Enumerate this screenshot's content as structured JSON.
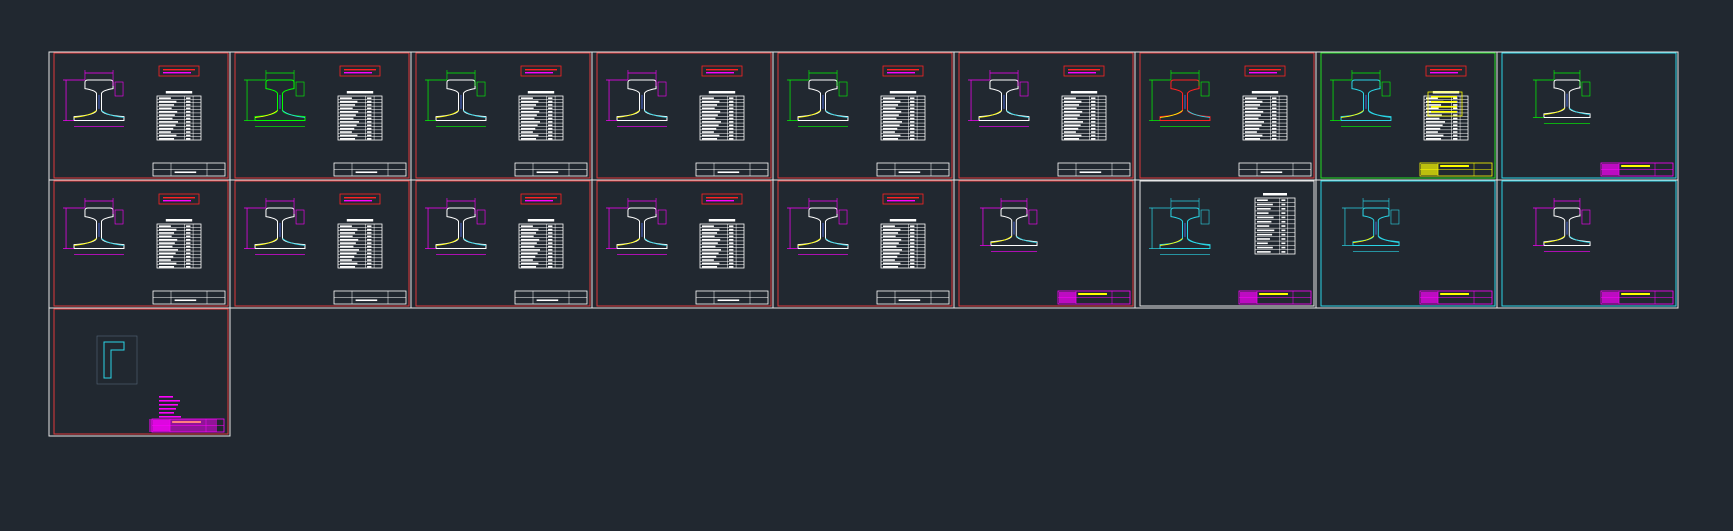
{
  "viewport": {
    "background": "#212830"
  },
  "sheet_grid": {
    "rows": [
      9,
      9,
      1
    ],
    "outer_border_color": "#e6e6e6",
    "inner_border_color": "#e0393a"
  },
  "colors": {
    "profile": "#ffffff",
    "dimension": "#ff00ff",
    "table": "#ffffff",
    "accent_yellow": "#ffff00",
    "accent_green": "#00ff00",
    "accent_cyan": "#2ad5e6",
    "accent_red": "#ff2222"
  },
  "sheets": [
    {
      "row": 0,
      "col": 0,
      "frame": "red",
      "profile_color": "#ffffff",
      "has_table": true,
      "dim_color": "#ff00ff",
      "title_block": "white"
    },
    {
      "row": 0,
      "col": 1,
      "frame": "red",
      "profile_color": "#00ff00",
      "has_table": true,
      "dim_color": "#00ff00",
      "title_block": "white"
    },
    {
      "row": 0,
      "col": 2,
      "frame": "red",
      "profile_color": "#ffffff",
      "has_table": true,
      "dim_color": "#00ff00",
      "title_block": "white"
    },
    {
      "row": 0,
      "col": 3,
      "frame": "red",
      "profile_color": "#ffffff",
      "has_table": true,
      "dim_color": "#ff00ff",
      "title_block": "white"
    },
    {
      "row": 0,
      "col": 4,
      "frame": "red",
      "profile_color": "#ffffff",
      "has_table": true,
      "dim_color": "#00ff00",
      "title_block": "white"
    },
    {
      "row": 0,
      "col": 5,
      "frame": "red",
      "profile_color": "#ffffff",
      "has_table": true,
      "dim_color": "#ff00ff",
      "title_block": "white"
    },
    {
      "row": 0,
      "col": 6,
      "frame": "red",
      "profile_color": "#ff2222",
      "has_table": true,
      "dim_color": "#00ff00",
      "title_block": "white"
    },
    {
      "row": 0,
      "col": 7,
      "frame": "green",
      "profile_color": "#2ad5e6",
      "has_table": true,
      "dim_color": "#00ff00",
      "title_block": "yellow"
    },
    {
      "row": 0,
      "col": 8,
      "frame": "cyan",
      "profile_color": "#ffffff",
      "has_table": false,
      "dim_color": "#00ff00",
      "title_block": "magenta"
    },
    {
      "row": 1,
      "col": 0,
      "frame": "red",
      "profile_color": "#ffffff",
      "has_table": true,
      "dim_color": "#ff00ff",
      "title_block": "white"
    },
    {
      "row": 1,
      "col": 1,
      "frame": "red",
      "profile_color": "#ffffff",
      "has_table": true,
      "dim_color": "#ff00ff",
      "title_block": "white"
    },
    {
      "row": 1,
      "col": 2,
      "frame": "red",
      "profile_color": "#ffffff",
      "has_table": true,
      "dim_color": "#ff00ff",
      "title_block": "white"
    },
    {
      "row": 1,
      "col": 3,
      "frame": "red",
      "profile_color": "#ffffff",
      "has_table": true,
      "dim_color": "#ff00ff",
      "title_block": "white"
    },
    {
      "row": 1,
      "col": 4,
      "frame": "red",
      "profile_color": "#ffffff",
      "has_table": true,
      "dim_color": "#ff00ff",
      "title_block": "white"
    },
    {
      "row": 1,
      "col": 5,
      "frame": "red",
      "profile_color": "#ffffff",
      "has_table": false,
      "dim_color": "#ff00ff",
      "title_block": "magenta"
    },
    {
      "row": 1,
      "col": 6,
      "frame": "white",
      "profile_color": "#2ad5e6",
      "has_table": true,
      "dim_color": "#2ad5e6",
      "title_block": "magenta"
    },
    {
      "row": 1,
      "col": 7,
      "frame": "cyan",
      "profile_color": "#2ad5e6",
      "has_table": false,
      "dim_color": "#2ad5e6",
      "title_block": "magenta"
    },
    {
      "row": 1,
      "col": 8,
      "frame": "cyan",
      "profile_color": "#ffffff",
      "has_table": false,
      "dim_color": "#ff00ff",
      "title_block": "magenta"
    },
    {
      "row": 2,
      "col": 0,
      "frame": "red",
      "profile_color": "none",
      "has_table": false,
      "dim_color": "#2ad5e6",
      "title_block": "magenta"
    }
  ]
}
